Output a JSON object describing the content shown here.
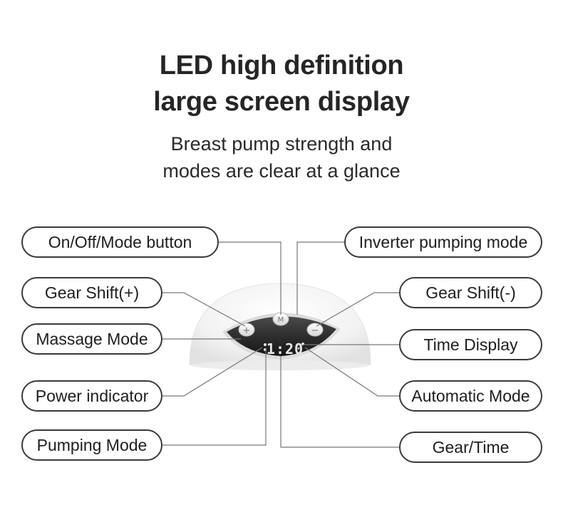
{
  "heading": {
    "line1": "LED high definition",
    "line2": "large screen display"
  },
  "subheading": {
    "line1": "Breast pump strength and",
    "line2": "modes are clear at a glance"
  },
  "labels": {
    "on_off_mode": "On/Off/Mode button",
    "gear_shift_plus": "Gear Shift(+)",
    "massage_mode": "Massage Mode",
    "power_indicator": "Power indicator",
    "pumping_mode": "Pumping Mode",
    "inverter_pumping_mode": "Inverter pumping mode",
    "gear_shift_minus": "Gear Shift(-)",
    "time_display": "Time Display",
    "automatic_mode": "Automatic Mode",
    "gear_time": "Gear/Time"
  },
  "device": {
    "display_readout": "1:20",
    "button_plus_glyph": "+",
    "button_minus_glyph": "−",
    "button_mode_glyph": "M"
  },
  "colors": {
    "outline": "#3a3a3a",
    "leader_line": "#777777",
    "panel": "#2b2b2b",
    "led": "#e8e8e8"
  }
}
